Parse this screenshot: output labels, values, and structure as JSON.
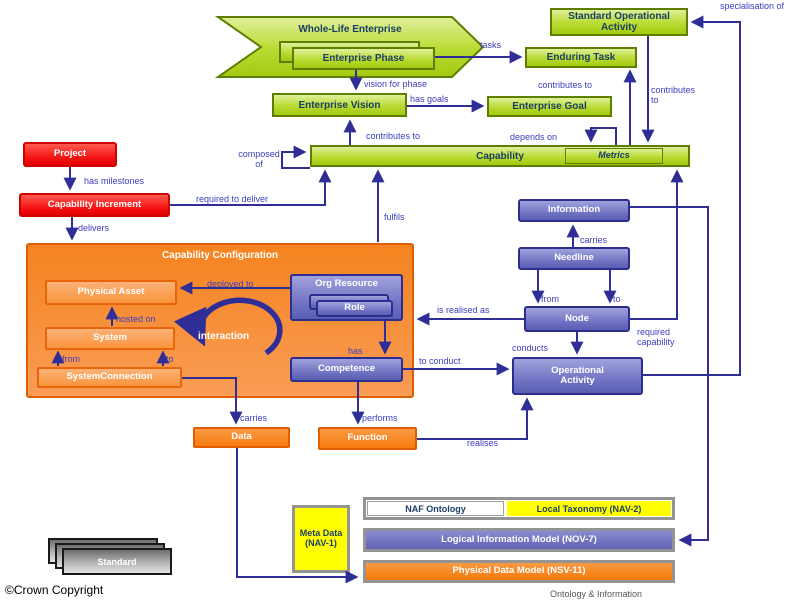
{
  "diagram": {
    "nodes": {
      "whole_life_enterprise": "Whole-Life Enterprise",
      "enterprise_phase": "Enterprise Phase",
      "standard_operational_activity": "Standard Operational Activity",
      "enduring_task": "Enduring Task",
      "enterprise_vision": "Enterprise Vision",
      "enterprise_goal": "Enterprise Goal",
      "capability": "Capability",
      "metrics": "Metrics",
      "project": "Project",
      "capability_increment": "Capability Increment",
      "capability_configuration": "Capability Configuration",
      "physical_asset": "Physical Asset",
      "system": "System",
      "system_connection": "SystemConnection",
      "org_resource": "Org Resource",
      "role": "Role",
      "competence": "Competence",
      "interaction": "interaction",
      "information": "Information",
      "needline": "Needline",
      "node": "Node",
      "operational_activity": "Operational Activity",
      "data": "Data",
      "function": "Function",
      "meta_data": "Meta Data (NAV-1)",
      "naf_ontology": "NAF Ontology",
      "local_taxonomy": "Local Taxonomy (NAV-2)",
      "logical_information_model": "Logical Information Model (NOV-7)",
      "physical_data_model": "Physical Data Model (NSV-11)",
      "standard": "Standard"
    },
    "edge_labels": {
      "tasks": "tasks",
      "vision_for_phase": "vision for phase",
      "has_goals": "has goals",
      "contributes_to_vision": "contributes to",
      "contributes_to_task": "contributes to",
      "contributes_to_cap": "contributes to",
      "specialisation_of": "specialisation of",
      "depends_on": "depends on",
      "composed_of": "composed of",
      "has_milestones": "has milestones",
      "required_to_deliver": "required to deliver",
      "delivers": "delivers",
      "fulfils": "fulfils",
      "required_capability": "required capability",
      "carries_info": "carries",
      "from_needline": "from",
      "to_needline": "to",
      "is_realised_as": "is realised as",
      "conducts": "conducts",
      "to_conduct": "to conduct",
      "deployed_to": "deployed to",
      "hosted_on": "hosted on",
      "from_sc": "from",
      "to_sc": "to",
      "has": "has",
      "carries_data": "carries",
      "performs": "performs",
      "realises": "realises"
    },
    "captions": {
      "copyright": "©Crown Copyright",
      "section_label": "Ontology & Information"
    },
    "colors": {
      "green": "#b9db32",
      "purple": "#6c6ec0",
      "orange": "#f5831f",
      "red": "#f41414",
      "yellow": "#ffff00",
      "gray_border": "#949494",
      "line": "#2e2e96"
    }
  }
}
